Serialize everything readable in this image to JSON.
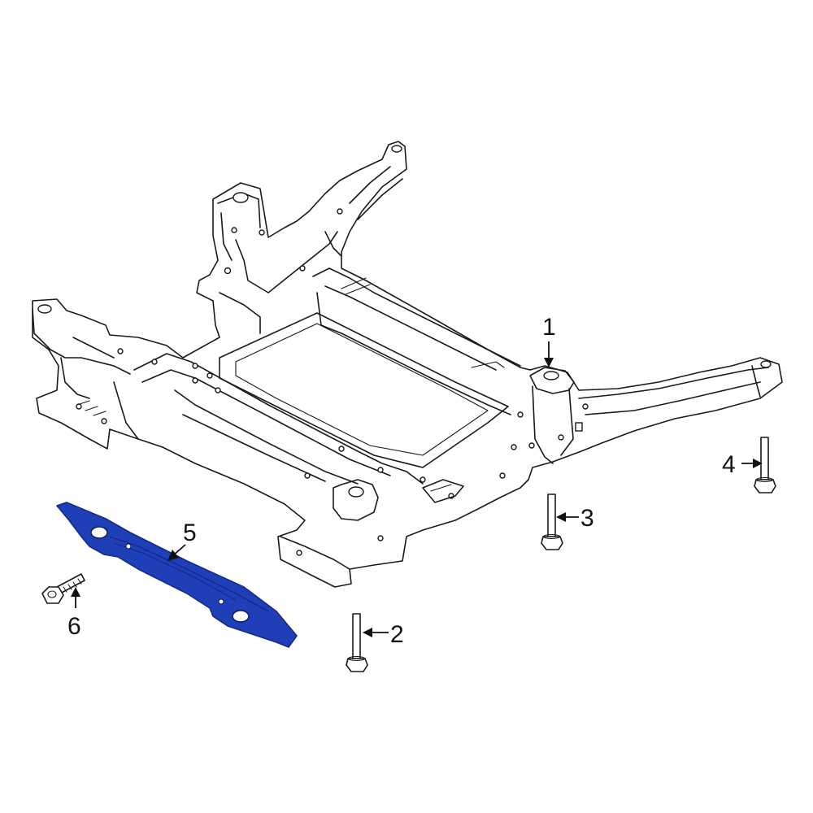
{
  "colors": {
    "highlight_part": "#1e3fb5",
    "highlight_dark": "#14298a",
    "line": "#1a1a1a",
    "background": "#ffffff"
  },
  "callouts": [
    {
      "id": "1",
      "label": "1"
    },
    {
      "id": "2",
      "label": "2"
    },
    {
      "id": "3",
      "label": "3"
    },
    {
      "id": "4",
      "label": "4"
    },
    {
      "id": "5",
      "label": "5"
    },
    {
      "id": "6",
      "label": "6"
    }
  ]
}
